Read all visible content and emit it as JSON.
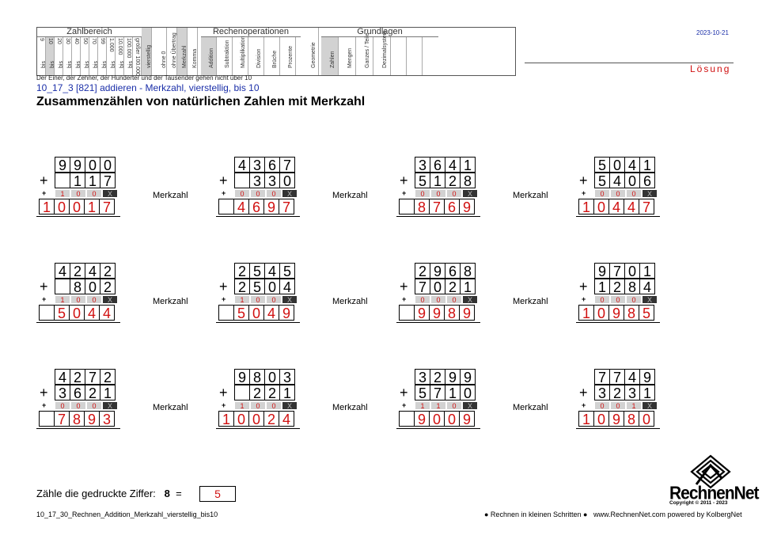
{
  "header": {
    "zahlbereich": {
      "title": "Zahlbereich",
      "values": [
        "9",
        "10",
        "20",
        "30",
        "40",
        "50",
        "70",
        "99",
        "1.000",
        "10.000",
        "100.000",
        "größer 100.000"
      ],
      "prefix": "bis",
      "highlight": 1
    },
    "extra_cols": [
      "vierstellig",
      "ohne 0",
      "ohne Übertrag",
      "Merkzahl",
      "Komma"
    ],
    "rechen": {
      "title": "Rechenoperationen",
      "cols": [
        "Addition",
        "Subtraktion",
        "Multiplikation",
        "Division",
        "Brüche",
        "Prozente"
      ]
    },
    "geometrie": "Geometrie",
    "grundlagen": {
      "title": "Grundlagen",
      "cols": [
        "Zahlen",
        "Mengen",
        "Ganzes / Teile",
        "Dezimalsystem"
      ]
    }
  },
  "date": "2023-10-21",
  "solution_label": "Lösung",
  "note": "Der Einer, der Zehner, der Hunderter und der Tausender gehen nicht über 10",
  "code_line": "10_17_3   [821]   addieren - Merkzahl, vierstellig, bis 10",
  "title": "Zusammenzählen von natürlichen Zahlen mit Merkzahl",
  "merkzahl_label": "Merkzahl",
  "plus": "+",
  "problems": [
    {
      "a": [
        "9",
        "9",
        "0",
        "0"
      ],
      "b": [
        "",
        "1",
        "1",
        "7"
      ],
      "carry": [
        "1",
        "0",
        "0",
        "X"
      ],
      "result": [
        "1",
        "0",
        "0",
        "1",
        "7"
      ]
    },
    {
      "a": [
        "4",
        "3",
        "6",
        "7"
      ],
      "b": [
        "",
        "3",
        "3",
        "0"
      ],
      "carry": [
        "0",
        "0",
        "0",
        "X"
      ],
      "result": [
        "",
        "4",
        "6",
        "9",
        "7"
      ]
    },
    {
      "a": [
        "3",
        "6",
        "4",
        "1"
      ],
      "b": [
        "5",
        "1",
        "2",
        "8"
      ],
      "carry": [
        "0",
        "0",
        "0",
        "X"
      ],
      "result": [
        "",
        "8",
        "7",
        "6",
        "9"
      ]
    },
    {
      "a": [
        "5",
        "0",
        "4",
        "1"
      ],
      "b": [
        "5",
        "4",
        "0",
        "6"
      ],
      "carry": [
        "0",
        "0",
        "0",
        "X"
      ],
      "result": [
        "1",
        "0",
        "4",
        "4",
        "7"
      ]
    },
    {
      "a": [
        "4",
        "2",
        "4",
        "2"
      ],
      "b": [
        "",
        "8",
        "0",
        "2"
      ],
      "carry": [
        "1",
        "0",
        "0",
        "X"
      ],
      "result": [
        "",
        "5",
        "0",
        "4",
        "4"
      ]
    },
    {
      "a": [
        "2",
        "5",
        "4",
        "5"
      ],
      "b": [
        "2",
        "5",
        "0",
        "4"
      ],
      "carry": [
        "1",
        "0",
        "0",
        "X"
      ],
      "result": [
        "",
        "5",
        "0",
        "4",
        "9"
      ]
    },
    {
      "a": [
        "2",
        "9",
        "6",
        "8"
      ],
      "b": [
        "7",
        "0",
        "2",
        "1"
      ],
      "carry": [
        "0",
        "0",
        "0",
        "X"
      ],
      "result": [
        "",
        "9",
        "9",
        "8",
        "9"
      ]
    },
    {
      "a": [
        "9",
        "7",
        "0",
        "1"
      ],
      "b": [
        "1",
        "2",
        "8",
        "4"
      ],
      "carry": [
        "0",
        "0",
        "0",
        "X"
      ],
      "result": [
        "1",
        "0",
        "9",
        "8",
        "5"
      ]
    },
    {
      "a": [
        "4",
        "2",
        "7",
        "2"
      ],
      "b": [
        "3",
        "6",
        "2",
        "1"
      ],
      "carry": [
        "0",
        "0",
        "0",
        "X"
      ],
      "result": [
        "",
        "7",
        "8",
        "9",
        "3"
      ]
    },
    {
      "a": [
        "9",
        "8",
        "0",
        "3"
      ],
      "b": [
        "",
        "2",
        "2",
        "1"
      ],
      "carry": [
        "1",
        "0",
        "0",
        "X"
      ],
      "result": [
        "1",
        "0",
        "0",
        "2",
        "4"
      ]
    },
    {
      "a": [
        "3",
        "2",
        "9",
        "9"
      ],
      "b": [
        "5",
        "7",
        "1",
        "0"
      ],
      "carry": [
        "1",
        "1",
        "0",
        "X"
      ],
      "result": [
        "",
        "9",
        "0",
        "0",
        "9"
      ]
    },
    {
      "a": [
        "7",
        "7",
        "4",
        "9"
      ],
      "b": [
        "3",
        "2",
        "3",
        "1"
      ],
      "carry": [
        "0",
        "0",
        "1",
        "X"
      ],
      "result": [
        "1",
        "0",
        "9",
        "8",
        "0"
      ]
    }
  ],
  "footer": {
    "count_label": "Zähle die gedruckte Ziffer:",
    "count_digit": "8",
    "count_eq": "=",
    "count_answer": "5",
    "filename": "10_17_30_Rechnen_Addition_Merkzahl_vierstellig_bis10",
    "slogan": "● Rechnen in kleinen Schritten ●",
    "site": "www.RechnenNet.com powered by KolbergNet",
    "brand": "RechnenNet",
    "copyright": "Copyright © 2011 - 2023"
  }
}
